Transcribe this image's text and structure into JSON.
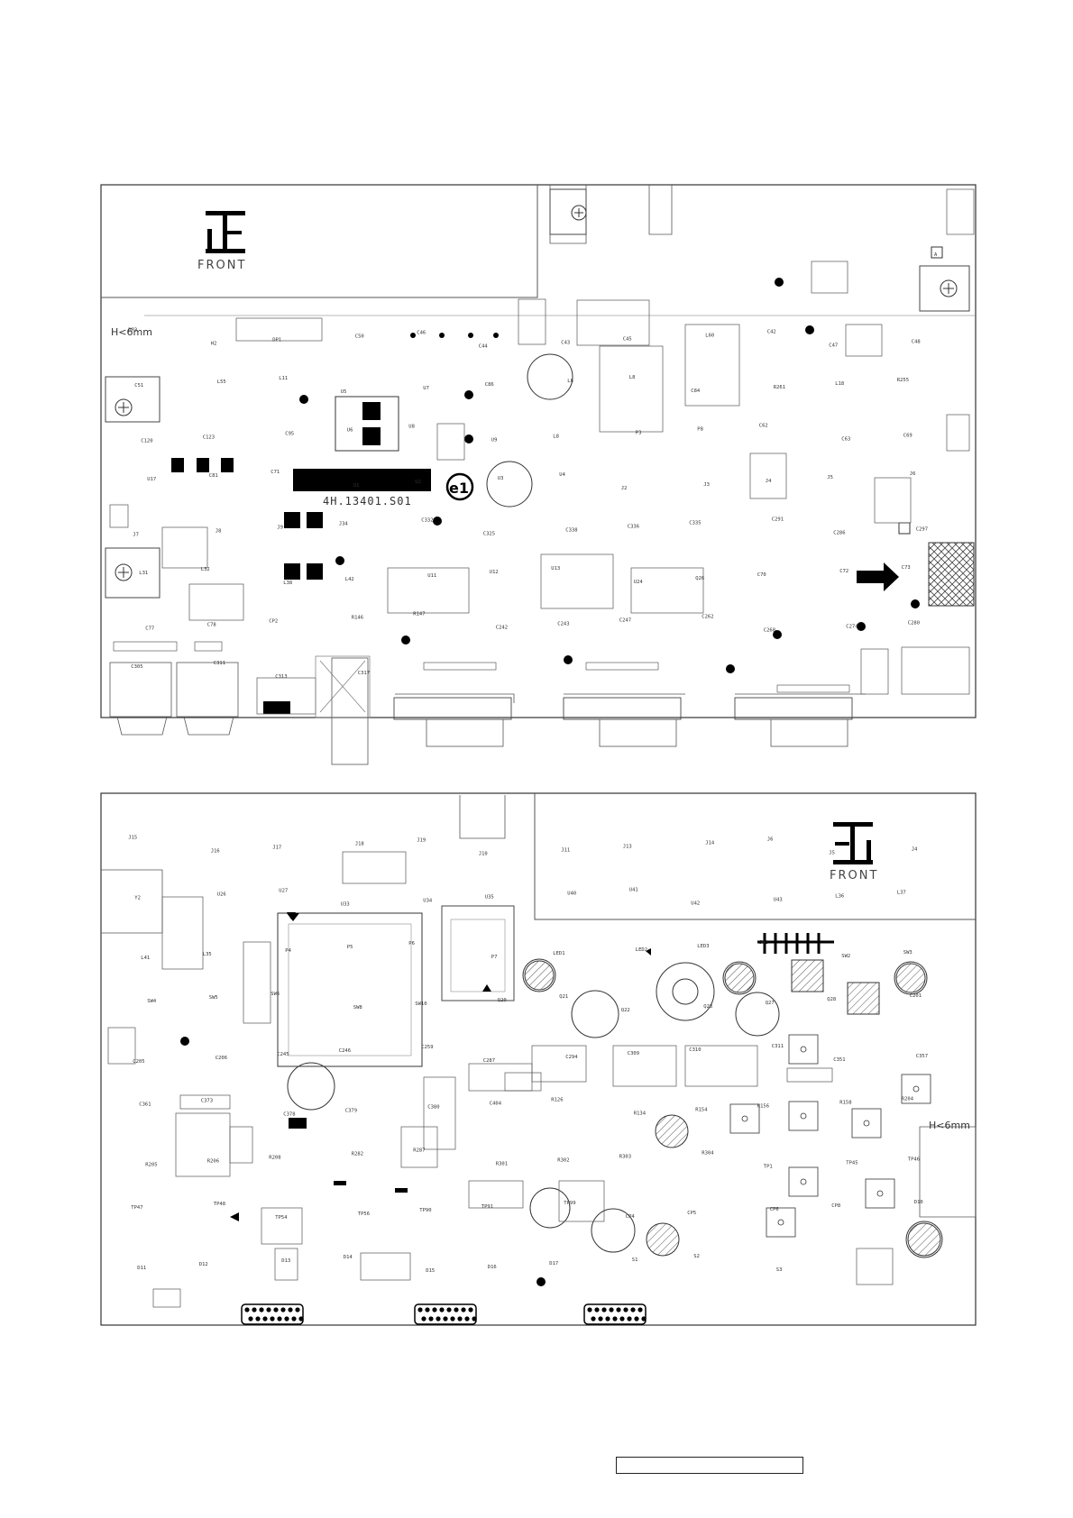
{
  "top_board": {
    "front_label": "FRONT",
    "height_note": "H<6mm",
    "part_number": "4H.13401.S01",
    "mark": "e1",
    "corner_mark": "A",
    "ref_labels": [
      "DP3",
      "H2",
      "DP1",
      "C50",
      "C46",
      "C44",
      "C43",
      "C45",
      "L60",
      "C42",
      "C47",
      "C48",
      "C51",
      "L55",
      "L11",
      "U5",
      "U7",
      "C86",
      "L6",
      "L8",
      "C84",
      "R261",
      "L18",
      "R255",
      "C120",
      "C123",
      "C95",
      "U6",
      "U8",
      "U9",
      "L8",
      "P3",
      "P8",
      "C62",
      "C63",
      "C69",
      "U17",
      "C81",
      "C71",
      "U1",
      "U2",
      "U3",
      "U4",
      "J2",
      "J3",
      "J4",
      "J5",
      "J6",
      "J7",
      "J8",
      "J9",
      "J34",
      "C332",
      "C325",
      "C338",
      "C336",
      "C335",
      "C291",
      "C286",
      "C297",
      "L31",
      "L32",
      "L38",
      "L42",
      "U11",
      "U12",
      "U13",
      "U24",
      "Q26",
      "C70",
      "C72",
      "C73",
      "C77",
      "C78",
      "CP2",
      "R146",
      "R147",
      "C242",
      "C243",
      "C247",
      "C262",
      "C268",
      "C274",
      "C280",
      "C305",
      "C311",
      "C313",
      "C317"
    ]
  },
  "bottom_board": {
    "front_label": "FRONT",
    "height_note": "H<6mm",
    "ref_labels": [
      "J15",
      "J16",
      "J17",
      "J18",
      "J19",
      "J10",
      "J11",
      "J13",
      "J14",
      "J6",
      "J5",
      "J4",
      "Y2",
      "U26",
      "U27",
      "U33",
      "U34",
      "U35",
      "U40",
      "U41",
      "U42",
      "U43",
      "L36",
      "L37",
      "L41",
      "L35",
      "P4",
      "P5",
      "P6",
      "P7",
      "LED1",
      "LED2",
      "LED3",
      "SW1",
      "SW2",
      "SW3",
      "SW4",
      "SW5",
      "SW6",
      "SW8",
      "SW10",
      "Q20",
      "Q21",
      "Q22",
      "Q23",
      "Q27",
      "Q28",
      "C201",
      "C205",
      "C206",
      "C245",
      "C246",
      "C259",
      "C287",
      "C294",
      "C309",
      "C310",
      "C311",
      "C351",
      "C357",
      "C361",
      "C373",
      "C378",
      "C379",
      "C380",
      "C404",
      "R126",
      "R134",
      "R154",
      "R156",
      "R158",
      "R204",
      "R205",
      "R206",
      "R208",
      "R282",
      "R287",
      "R301",
      "R302",
      "R303",
      "R304",
      "TP1",
      "TP45",
      "TP46",
      "TP47",
      "TP48",
      "TP54",
      "TP56",
      "TP90",
      "TP91",
      "TP99",
      "CP4",
      "CP5",
      "CP6",
      "CP8",
      "D10",
      "D11",
      "D12",
      "D13",
      "D14",
      "D15",
      "D16",
      "D17",
      "S1",
      "S2",
      "S3"
    ]
  },
  "colors": {
    "line": "#333333",
    "fill": "#000000",
    "hatch": "#555555"
  }
}
